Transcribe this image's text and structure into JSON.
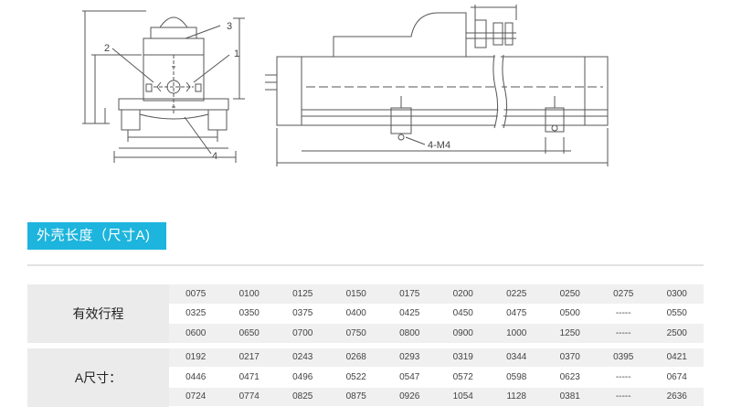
{
  "drawing": {
    "labels": {
      "callout_1": "1",
      "callout_2": "2",
      "callout_3": "3",
      "callout_4": "4",
      "mount_note": "4-M4"
    }
  },
  "section": {
    "title": "外壳长度（尺寸A)"
  },
  "table": {
    "groups": [
      {
        "label": "有效行程",
        "rows": [
          [
            "0075",
            "0100",
            "0125",
            "0150",
            "0175",
            "0200",
            "0225",
            "0250",
            "0275",
            "0300"
          ],
          [
            "0325",
            "0350",
            "0375",
            "0400",
            "0425",
            "0450",
            "0475",
            "0500",
            "-----",
            "0550"
          ],
          [
            "0600",
            "0650",
            "0700",
            "0750",
            "0800",
            "0900",
            "1000",
            "1250",
            "-----",
            "2500"
          ]
        ]
      },
      {
        "label": "A尺寸：",
        "rows": [
          [
            "0192",
            "0217",
            "0243",
            "0268",
            "0293",
            "0319",
            "0344",
            "0370",
            "0395",
            "0421"
          ],
          [
            "0446",
            "0471",
            "0496",
            "0522",
            "0547",
            "0572",
            "0598",
            "0623",
            "-----",
            "0674"
          ],
          [
            "0724",
            "0774",
            "0825",
            "0875",
            "0926",
            "1054",
            "1128",
            "0381",
            "-----",
            "2636"
          ]
        ]
      }
    ]
  }
}
